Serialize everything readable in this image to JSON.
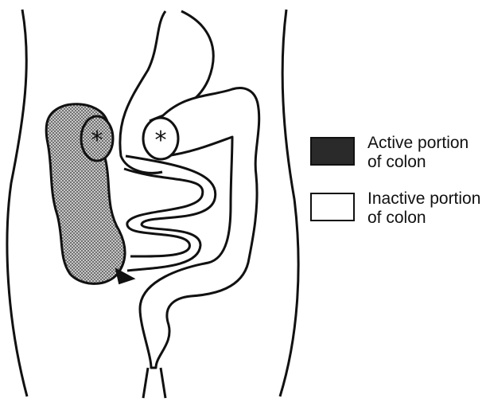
{
  "legend": {
    "items": [
      {
        "label_line1": "Active portion",
        "label_line2": "of colon",
        "swatch_color": "#2a2a2a"
      },
      {
        "label_line1": "Inactive portion",
        "label_line2": "of colon",
        "swatch_color": "#ffffff"
      }
    ]
  },
  "colors": {
    "line": "#111111",
    "active_fill": "#8a8a8a",
    "inactive_fill": "#ffffff"
  },
  "icons": {
    "lumen_marker": "asterisk-icon"
  }
}
